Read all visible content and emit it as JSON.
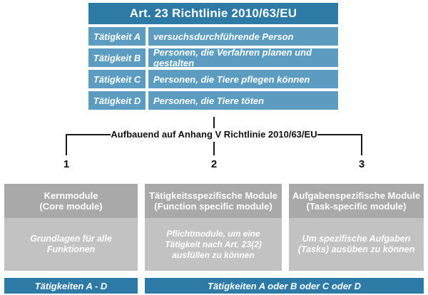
{
  "colors": {
    "blue_dark": "#2d7aa6",
    "blue_light": "#5b9cc0",
    "gray_header": "#a9a9a9",
    "gray_body": "#c2c2c2",
    "line": "#1a1a1a",
    "text_light": "#ffffff",
    "text_dark": "#111111"
  },
  "article": {
    "title": "Art. 23 Richtlinie 2010/63/EU",
    "activities": [
      {
        "key": "Tätigkeit A",
        "value": "versuchsdurchführende Person"
      },
      {
        "key": "Tätigkeit B",
        "value": "Personen, die Verfahren planen und gestalten"
      },
      {
        "key": "Tätigkeit C",
        "value": "Personen, die Tiere pflegen können"
      },
      {
        "key": "Tätigkeit D",
        "value": "Personen, die Tiere töten"
      }
    ]
  },
  "connector": {
    "label": "Aufbauend auf Anhang V Richtlinie 2010/63/EU",
    "branch_numbers": [
      "1",
      "2",
      "3"
    ]
  },
  "modules": [
    {
      "number": "1",
      "title_de": "Kernmodule",
      "title_en": "(Core module)",
      "description": "Grundlagen für alle Funktionen"
    },
    {
      "number": "2",
      "title_de": "Tätigkeitsspezifische Module",
      "title_en": "(Function specific module)",
      "description": "Pflichtmodule, um eine Tätigkeit nach Art. 23(2) ausfüllen zu können"
    },
    {
      "number": "3",
      "title_de": "Aufgabenspezifische Module",
      "title_en": "(Task-specific module)",
      "description": "Um spezifische Aufgaben (Tasks) ausüben zu können"
    }
  ],
  "footers": [
    {
      "label": "Tätigkeiten A - D"
    },
    {
      "label": "Tätigkeiten A oder B oder C oder D"
    }
  ]
}
